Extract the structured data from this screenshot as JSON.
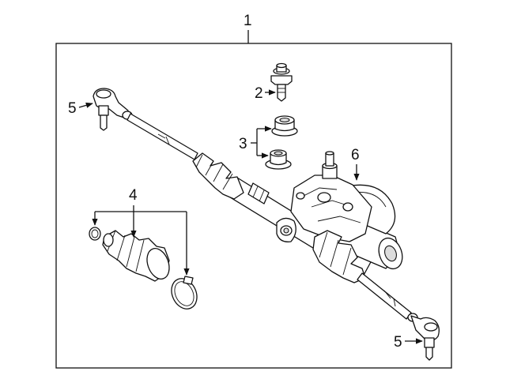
{
  "callouts": {
    "assembly": "1",
    "bolt": "2",
    "bushing": "3",
    "boot_kit": "4",
    "tie_rod_end_left": "5",
    "tie_rod_end_right": "5",
    "motor_unit": "6"
  },
  "colors": {
    "line": "#111111",
    "background": "#ffffff",
    "shade": "#dcdcdc"
  }
}
